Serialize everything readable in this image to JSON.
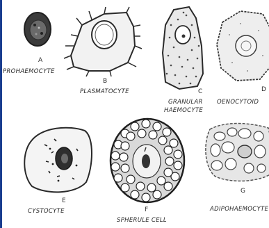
{
  "cells": [
    {
      "id": "a",
      "letter": "A",
      "name": "PROHAEMOCYTE"
    },
    {
      "id": "b",
      "letter": "B",
      "name": "PLASMATOCYTE"
    },
    {
      "id": "c",
      "letter": "C",
      "name_line1": "GRANULAR",
      "name_line2": "HAEMOCYTE"
    },
    {
      "id": "d",
      "letter": "D",
      "name": "OENOCYTOID"
    },
    {
      "id": "e",
      "letter": "E",
      "name": "CYSTOCYTE"
    },
    {
      "id": "f",
      "letter": "F",
      "name": "SPHERULE CELL"
    },
    {
      "id": "g",
      "letter": "G",
      "name": "ADIPOHAEMOCYTE"
    }
  ]
}
